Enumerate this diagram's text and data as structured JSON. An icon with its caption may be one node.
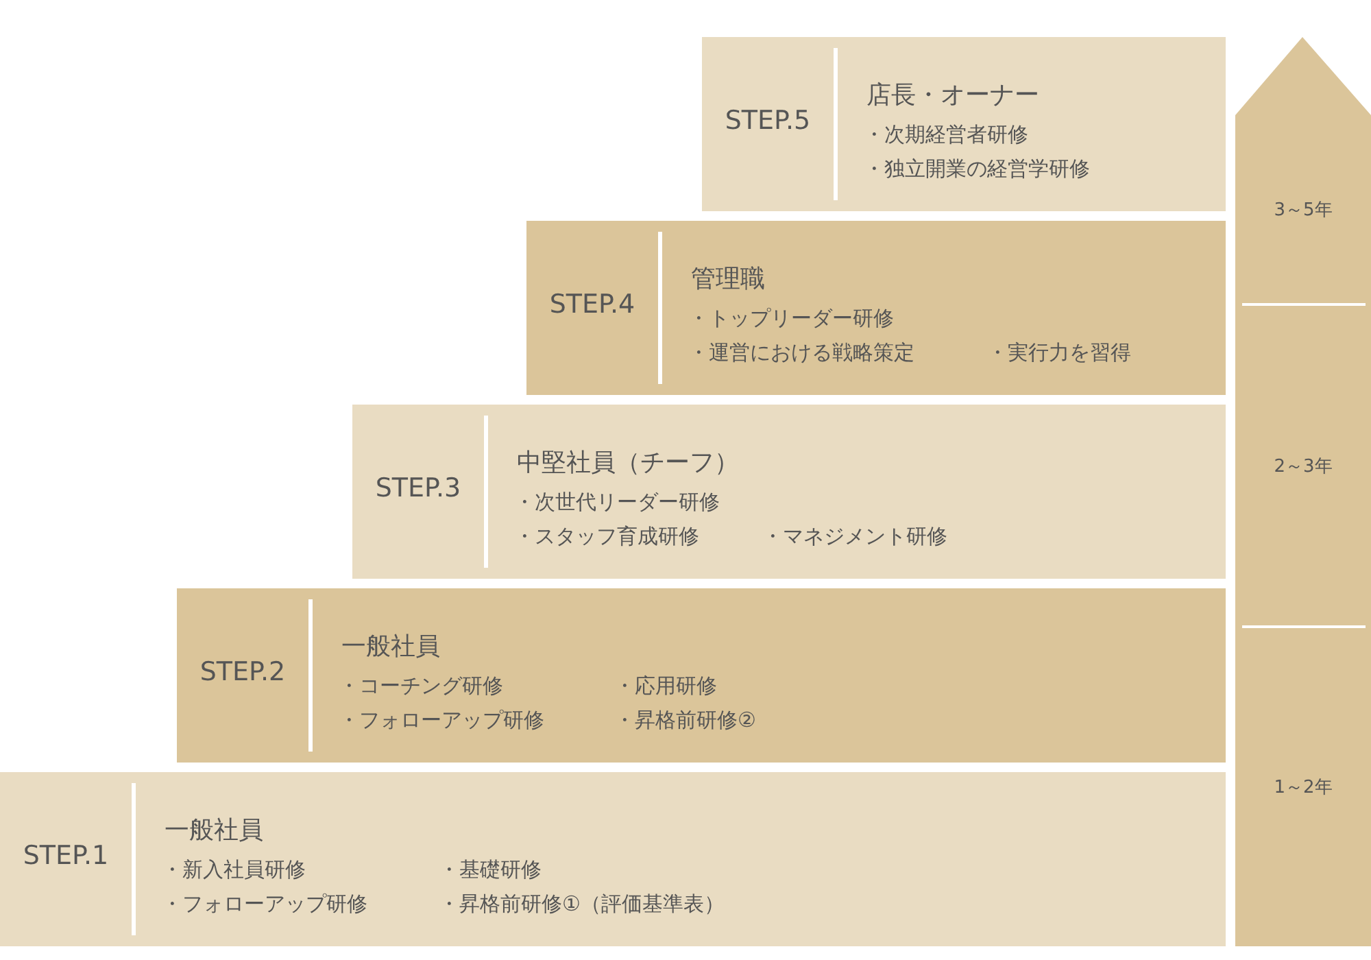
{
  "diagram": {
    "nodes": [
      {
        "text": [
          "STEP.5",
          "店長・オーナー",
          "・次期経営者研修",
          "・独立開業の経営学研修"
        ]
      },
      {
        "text": [
          "STEP.4",
          "管理職",
          "・トップリーダー研修",
          "・運営における戦略策定",
          "・実行力を習得"
        ]
      },
      {
        "text": [
          "STEP.3",
          "中堅社員（チーフ）",
          "・次世代リーダー研修",
          "・スタッフ育成研修",
          "・マネジメント研修"
        ]
      },
      {
        "text": [
          "STEP.2",
          "一般社員",
          "・コーチング研修",
          "・応用研修",
          "・フォローアップ研修",
          "・昇格前研修②"
        ]
      },
      {
        "text": [
          "STEP.1",
          "一般社員",
          "・新入社員研修",
          "・基礎研修",
          "・フォローアップ研修",
          "・昇格前研修①（評価基準表）"
        ]
      },
      {
        "text": [
          "3～5年"
        ]
      },
      {
        "text": [
          "2～3年"
        ]
      },
      {
        "text": [
          "1～2年"
        ]
      }
    ],
    "edges": []
  }
}
